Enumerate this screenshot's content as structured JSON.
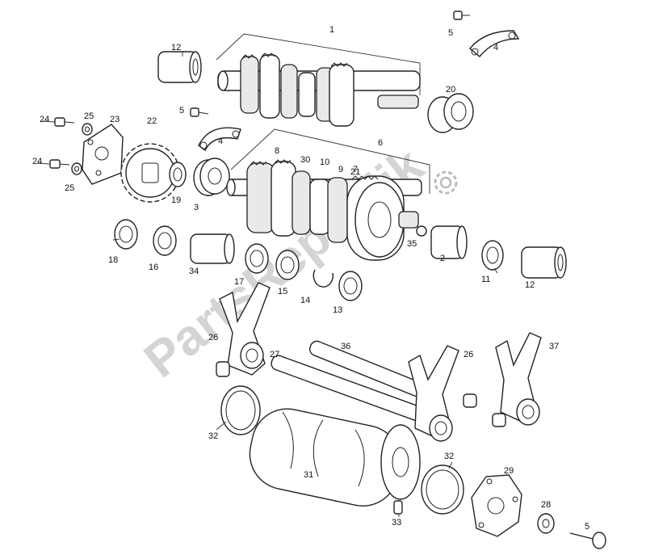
{
  "diagram": {
    "watermark_text": "PartsRepublik",
    "callouts": [
      "1",
      "2",
      "3",
      "4",
      "4",
      "5",
      "5",
      "5",
      "6",
      "7",
      "8",
      "9",
      "10",
      "11",
      "12",
      "12",
      "13",
      "14",
      "15",
      "16",
      "17",
      "18",
      "19",
      "20",
      "21",
      "22",
      "23",
      "24",
      "24",
      "25",
      "25",
      "26",
      "26",
      "27",
      "28",
      "29",
      "30",
      "31",
      "32",
      "32",
      "33",
      "34",
      "35",
      "36",
      "37"
    ]
  }
}
